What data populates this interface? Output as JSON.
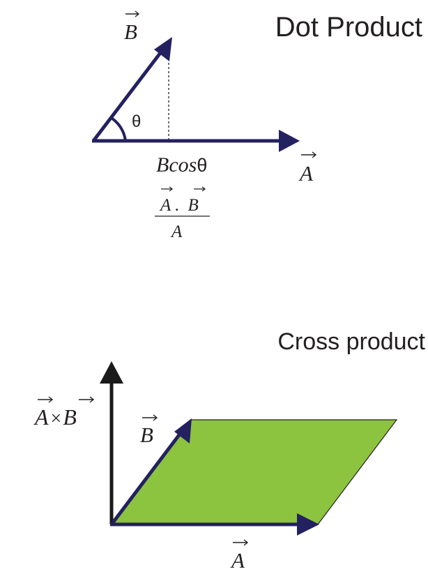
{
  "dot": {
    "title": "Dot Product",
    "label_b": "B",
    "label_a": "A",
    "theta": "θ",
    "projection_prefix": "Bcos",
    "projection_theta": "θ",
    "frac_num_a": "A",
    "frac_num_sep": ".",
    "frac_num_b": "B",
    "frac_den": "A"
  },
  "cross": {
    "title": "Cross product",
    "result_a": "A",
    "result_op": "×",
    "result_b": "B",
    "label_b": "B",
    "label_a": "A"
  },
  "colors": {
    "vector": "#232160",
    "result_vector": "#1a1a1a",
    "parallelogram": "#8cc43f",
    "text": "#231f20"
  }
}
